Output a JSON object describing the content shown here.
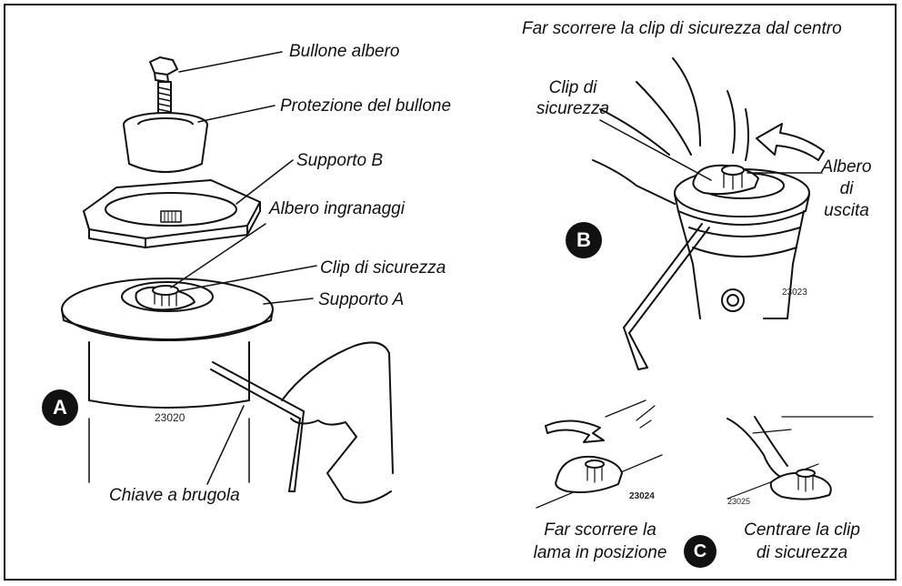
{
  "header_caption": "Far scorrere la clip di sicurezza dal centro",
  "panel_a": {
    "badge": "A",
    "labels": {
      "bolt": "Bullone albero",
      "bolt_guard": "Protezione del bullone",
      "support_b": "Supporto B",
      "gear_shaft": "Albero ingranaggi",
      "safety_clip": "Clip di sicurezza",
      "support_a": "Supporto A",
      "hex_key": "Chiave a brugola"
    },
    "part_number": "23020"
  },
  "panel_b": {
    "badge": "B",
    "labels": {
      "safety_clip_line1": "Clip di",
      "safety_clip_line2": "sicurezza",
      "output_shaft_line1": "Albero",
      "output_shaft_line2": "di",
      "output_shaft_line3": "uscita"
    },
    "part_number": "23023"
  },
  "panel_c": {
    "badge": "C",
    "left_caption_line1": "Far scorrere la",
    "left_caption_line2": "lama in posizione",
    "right_caption_line1": "Centrare la clip",
    "right_caption_line2": "di sicurezza",
    "part_number_left": "23024",
    "part_number_right": "23025"
  }
}
